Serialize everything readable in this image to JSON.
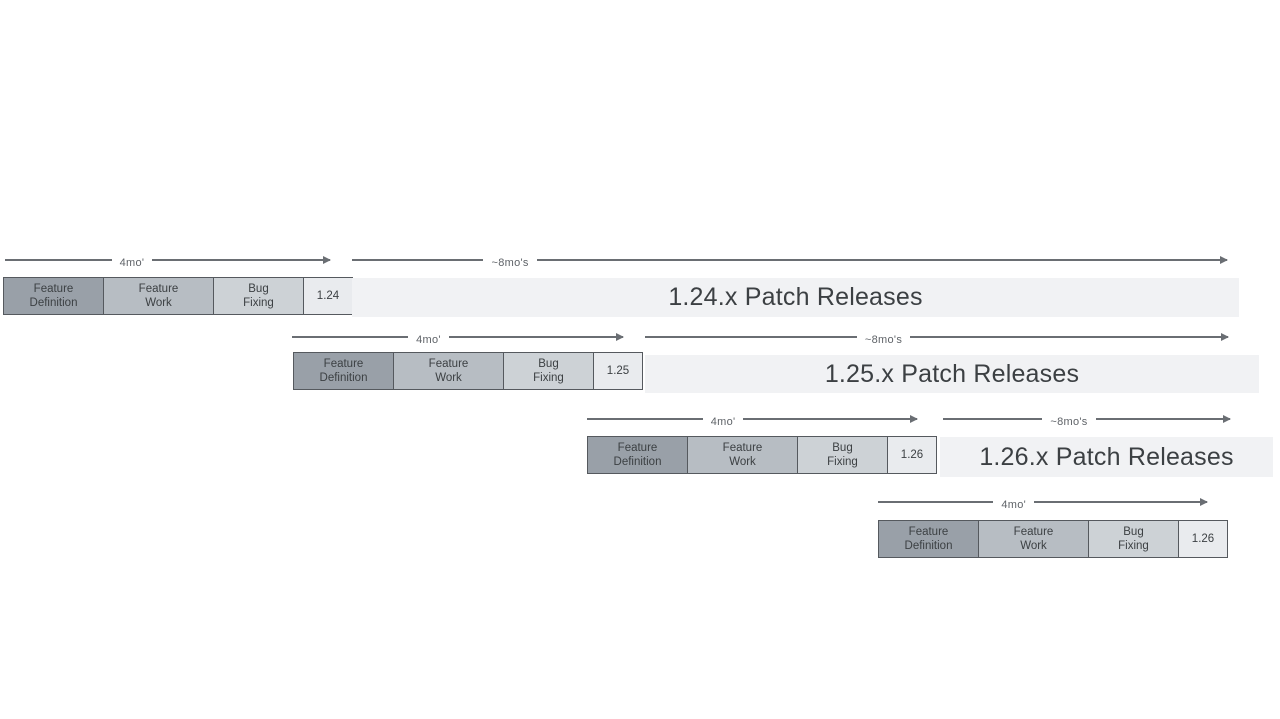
{
  "diagram": {
    "labels": {
      "cycle_duration": "4mo'",
      "patch_duration": "~8mo's"
    },
    "phases": [
      {
        "line1": "Feature",
        "line2": "Definition"
      },
      {
        "line1": "Feature",
        "line2": "Work"
      },
      {
        "line1": "Bug",
        "line2": "Fixing"
      }
    ],
    "cycles": [
      {
        "version": "1.24",
        "patch_label": "1.24.x Patch Releases"
      },
      {
        "version": "1.25",
        "patch_label": "1.25.x Patch Releases"
      },
      {
        "version": "1.26",
        "patch_label": "1.26.x Patch Releases"
      },
      {
        "version": "1.26"
      }
    ],
    "colors": {
      "phase-definition": "#99a0a8",
      "phase-work": "#b7bdc3",
      "phase-bugfix": "#cdd2d6",
      "version-box": "#e9ebee",
      "patch-bar": "#f1f2f4",
      "box-border": "#55595e",
      "arrow": "#6a6e73",
      "label-text": "#5f6368",
      "box-text": "#3c4043",
      "bar-text": "#3c4043"
    }
  }
}
